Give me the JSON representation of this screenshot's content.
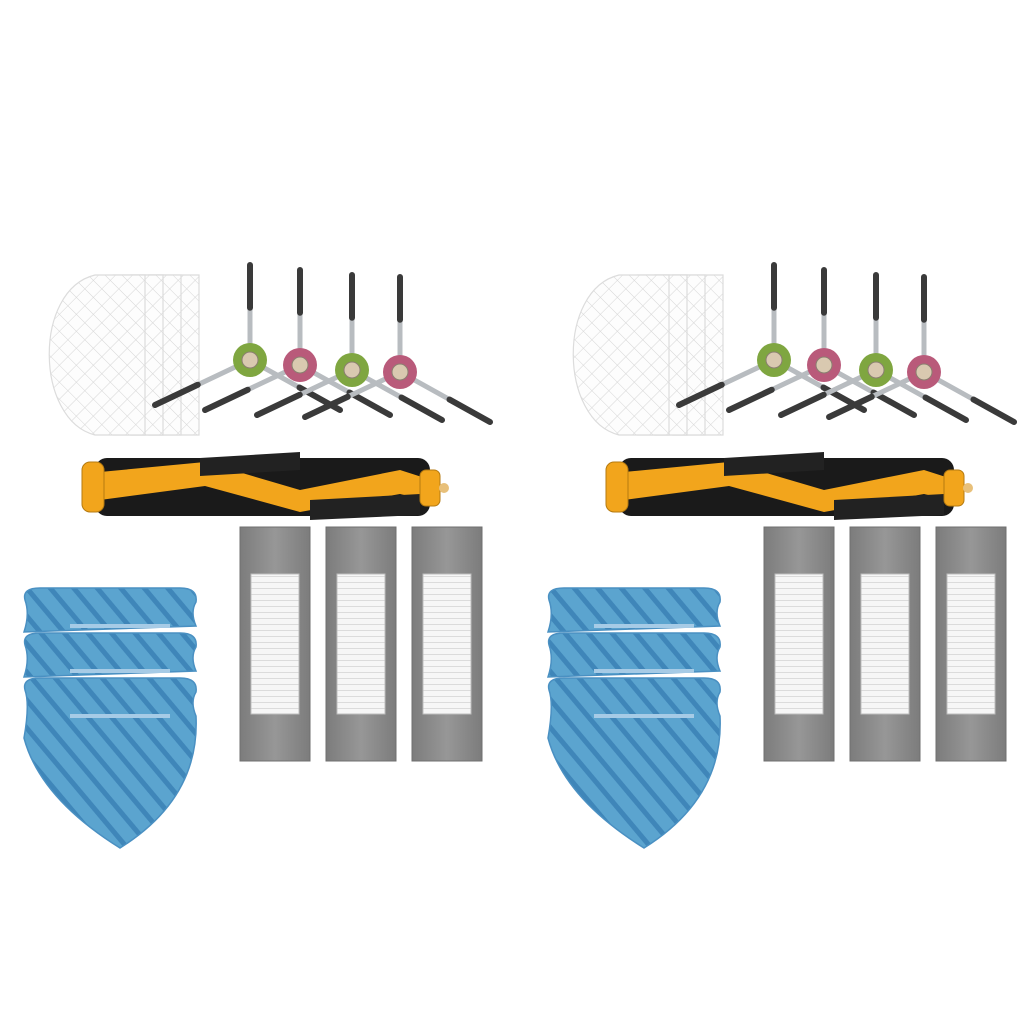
{
  "scene": {
    "background": "#ffffff",
    "kit_sets": [
      {
        "name": "left-kit",
        "mop_liner_count": 4,
        "side_brush_count": 4,
        "main_brush_count": 1,
        "mop_pad_count": 3,
        "hepa_filter_count": 3
      },
      {
        "name": "right-kit",
        "mop_liner_count": 4,
        "side_brush_count": 4,
        "main_brush_count": 1,
        "mop_pad_count": 3,
        "hepa_filter_count": 3
      }
    ],
    "side_brush_hub_colors": [
      "#7fa640",
      "#b95a7a",
      "#7fa640",
      "#b95a7a"
    ],
    "colors": {
      "main_brush_core": "#f2a51c",
      "main_brush_bristle": "#1a1a1a",
      "mop_pad": "#5ba4cf",
      "mop_pad_stripe": "#3d82b6",
      "filter_frame": "#8a8a8a",
      "filter_pleats": "#f4f4f4",
      "mop_liner": "#fafafa",
      "brush_arm": "#3a3a3a"
    }
  }
}
